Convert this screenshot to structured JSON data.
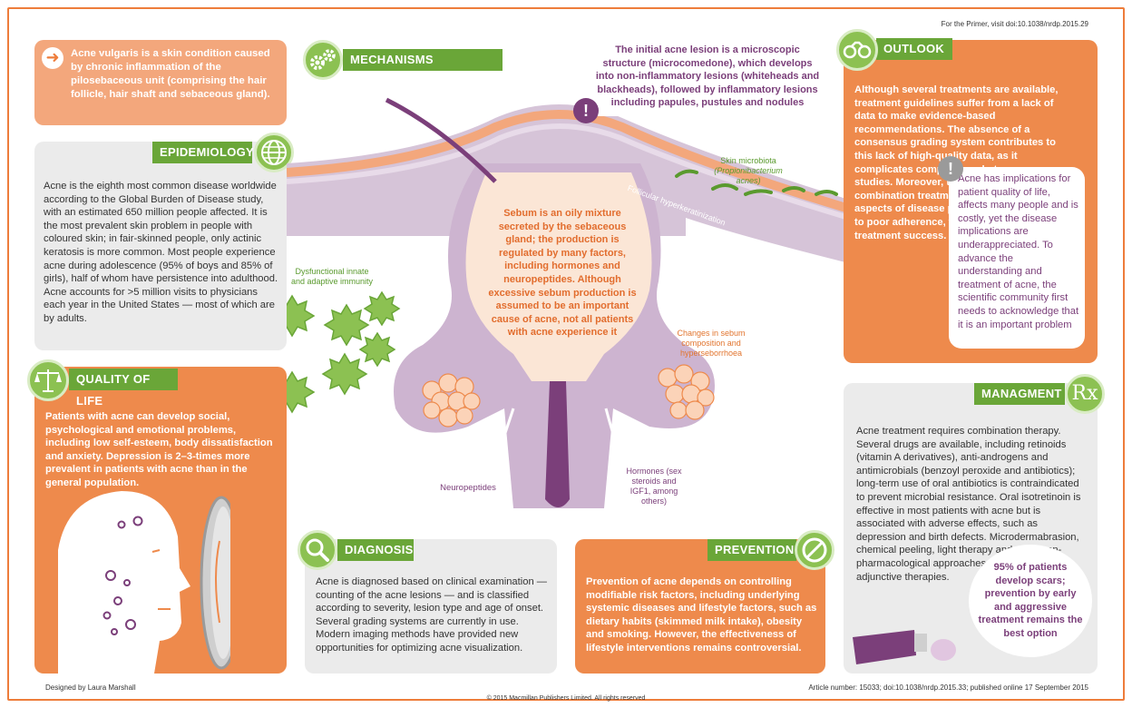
{
  "header": {
    "primer_ref": "For the Primer, visit doi:10.1038/nrdp.2015.29"
  },
  "intro": {
    "text": "Acne vulgaris is a skin condition caused by chronic inflammation of the pilosebaceous unit (comprising the hair follicle, hair shaft and sebaceous gland)."
  },
  "epidemiology": {
    "title": "EPIDEMIOLOGY",
    "body": "Acne is the eighth most common disease worldwide according to the Global Burden of Disease study, with an estimated 650 million people affected. It is the most prevalent skin problem in people with coloured skin; in fair-skinned people, only actinic keratosis is more common. Most people experience acne during adolescence (95% of boys and 85% of girls), half of whom have persistence into adulthood. Acne accounts for >5 million visits to physicians each year in the United States — most of which are by adults."
  },
  "quality_of_life": {
    "title": "QUALITY OF LIFE",
    "body": "Patients with acne can develop social, psychological and emotional problems, including low self-esteem, body dissatisfaction and anxiety. Depression is 2–3-times more prevalent in patients with acne than in the general population."
  },
  "mechanisms": {
    "title": "MECHANISMS",
    "lesion_note": "The initial acne lesion is a microscopic structure (microcomedone), which develops into non-inflammatory lesions (whiteheads and blackheads), followed by inflammatory lesions including papules, pustules and nodules",
    "sebum_text": "Sebum is an oily mixture secreted by the sebaceous gland; the production is regulated by many factors, including hormones and neuropeptides. Although excessive sebum production is assumed to be an important cause of acne, not all patients with acne experience it",
    "microbiota_label": "Skin microbiota",
    "microbiota_species": "(Propionibacterium acnes)",
    "hyperkeratinization_label": "Follicular hyperkeratinization",
    "immunity_label": "Dysfunctional innate and adaptive immunity",
    "sebum_change_label": "Changes in sebum composition and hyperseborrhoea",
    "neuropeptides_label": "Neuropeptides",
    "hormones_label": "Hormones (sex steroids and IGF1, among others)"
  },
  "outlook": {
    "title": "OUTLOOK",
    "body": "Although several treatments are available, treatment guidelines suffer from a lack of data to make evidence-based recommendations. The absence of a consensus grading system contributes to this lack of high-quality data, as it complicates comparisons between studies. Moreover, the need for complex combination treatment to target different aspects of disease pathophysiology leads to poor adherence, which undermines treatment success.",
    "note": "Acne has implications for patient quality of life, affects many people and is costly, yet the disease implications are underappreciated. To advance the understanding and treatment of acne, the scientific community first needs to acknowledge that it is an important problem"
  },
  "management": {
    "title": "MANAGMENT",
    "body": "Acne treatment requires combination therapy. Several drugs are available, including retinoids (vitamin A derivatives), anti-androgens and antimicrobials (benzoyl peroxide and antibiotics); long-term use of oral antibiotics is contraindicated to prevent microbial resistance. Oral isotretinoin is effective in most patients with acne but is associated with adverse effects, such as depression and birth defects. Microdermabrasion, chemical peeling, light therapy and other non-pharmacological approaches can be used as adjunctive therapies.",
    "highlight": "95% of patients develop scars; prevention by early and aggressive treatment remains the best option",
    "rx_symbol": "Rx"
  },
  "diagnosis": {
    "title": "DIAGNOSIS",
    "body": "Acne is diagnosed based on clinical examination — counting of the acne lesions — and is classified according to severity, lesion type and age of onset. Several grading systems are currently in use. Modern imaging methods have provided new opportunities for optimizing acne visualization."
  },
  "prevention": {
    "title": "PREVENTION",
    "body": "Prevention of acne depends on controlling modifiable risk factors, including underlying systemic diseases and lifestyle factors, such as dietary habits (skimmed milk intake), obesity and smoking. However, the effectiveness of lifestyle interventions remains controversial."
  },
  "footer": {
    "designer": "Designed by Laura Marshall",
    "article": "Article number: 15033; doi:10.1038/nrdp.2015.33; published online 17 September 2015",
    "copyright": "© 2015 Macmillan Publishers Limited. All rights reserved"
  },
  "colors": {
    "accent_orange": "#ee8a4c",
    "header_green": "#6aa638",
    "purple": "#7b3f7a",
    "panel_grey": "#ebebeb"
  }
}
